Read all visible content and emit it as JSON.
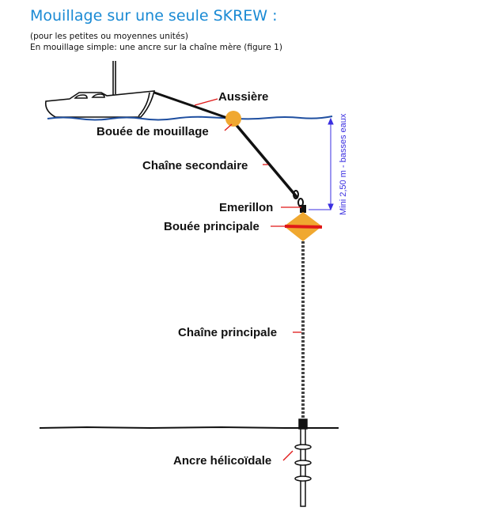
{
  "title": "Mouillage sur une seule SKREW :",
  "subtitle1": "(pour les petites ou moyennes unités)",
  "subtitle2": "En mouillage simple: une ancre sur la chaîne mère (figure 1)",
  "labels": {
    "aussiere": "Aussière",
    "bouee_mouillage": "Bouée de mouillage",
    "chaine_secondaire": "Chaîne secondaire",
    "emerillon": "Emerillon",
    "bouee_principale": "Bouée principale",
    "chaine_principale": "Chaîne principale",
    "ancre": "Ancre hélicoïdale",
    "depth": "Mini 2,50 m - basses eaux"
  },
  "colors": {
    "title": "#1a8ad4",
    "buoy": "#f0a830",
    "band": "#e01818",
    "water": "#1f4fa0",
    "leader": "#e01818",
    "depth": "#3a2ee0"
  }
}
